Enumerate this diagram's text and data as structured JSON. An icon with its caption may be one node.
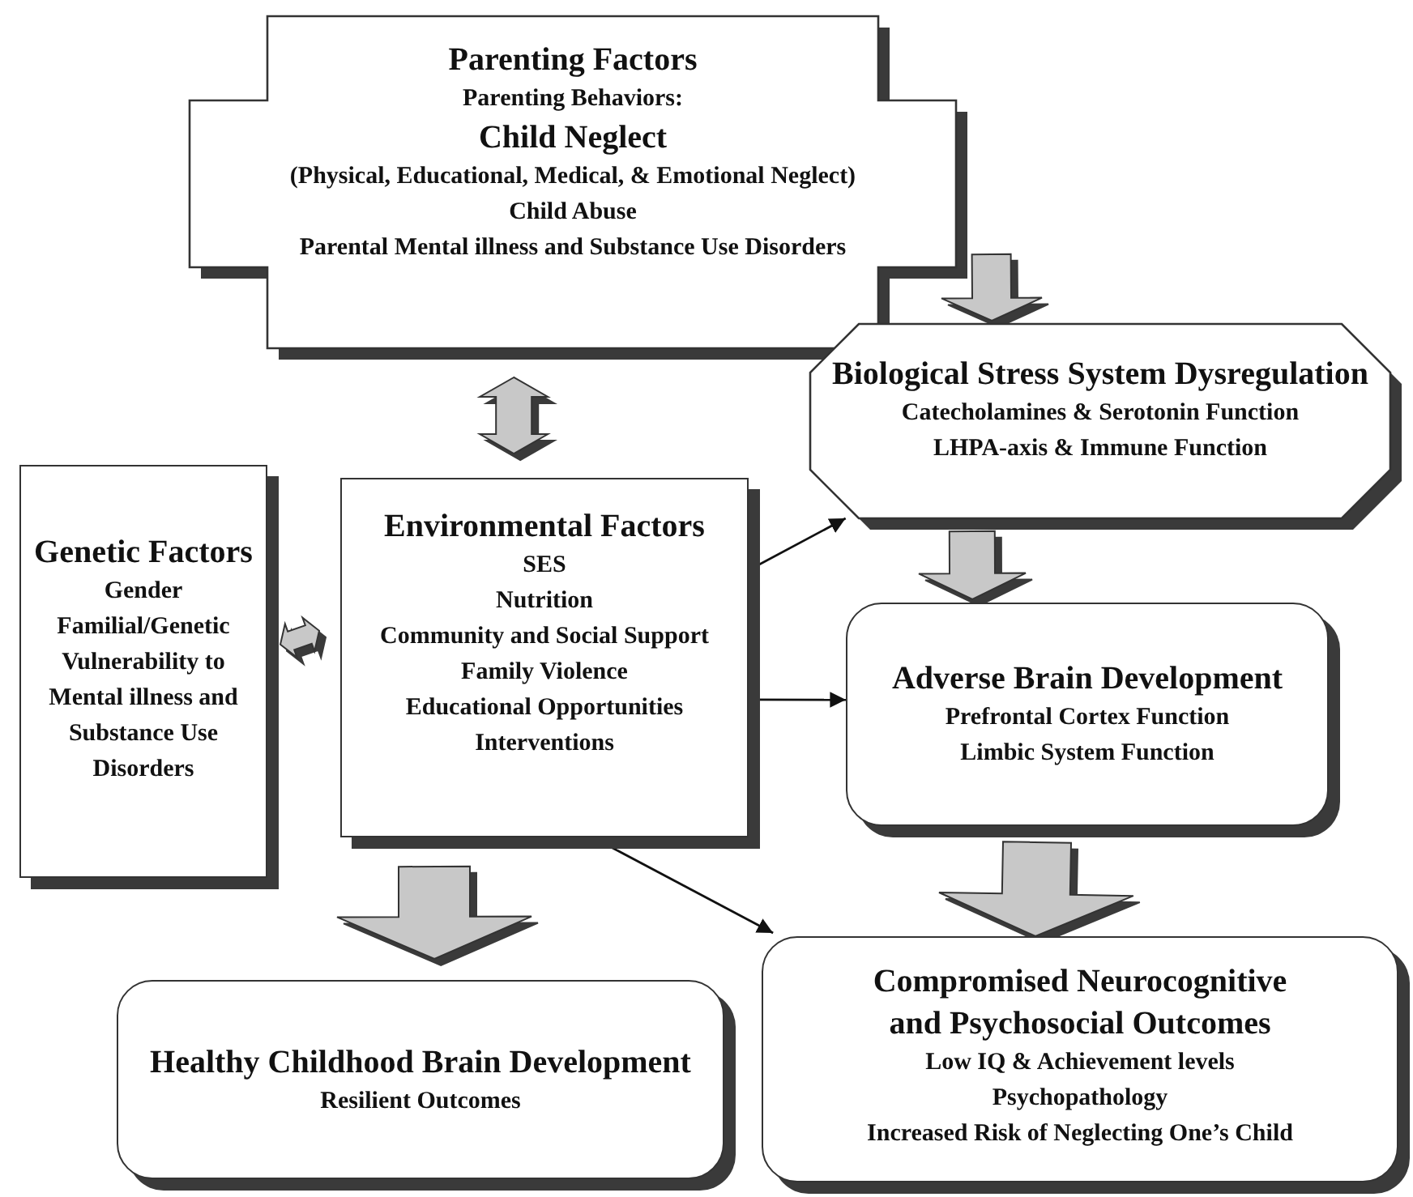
{
  "diagram": {
    "nodes": [
      {
        "text": [
          "Parenting Factors",
          "Parenting Behaviors:",
          "Child Neglect",
          "(Physical, Educational, Medical, & Emotional Neglect)",
          "Child Abuse",
          "Parental Mental illness and Substance Use Disorders"
        ]
      },
      {
        "text": [
          "Biological Stress System Dysregulation",
          "Catecholamines & Serotonin Function",
          "LHPA-axis & Immune Function"
        ]
      },
      {
        "text": [
          "Genetic Factors",
          "Gender",
          "Familial/Genetic Vulnerability to Mental illness and Substance Use Disorders"
        ]
      },
      {
        "text": [
          "Environmental Factors",
          "SES",
          "Nutrition",
          "Community and Social Support",
          "Family Violence",
          "Educational Opportunities",
          "Interventions"
        ]
      },
      {
        "text": [
          "Adverse Brain Development",
          "Prefrontal Cortex Function",
          "Limbic System Function"
        ]
      },
      {
        "text": [
          "Healthy Childhood Brain Development",
          "Resilient Outcomes"
        ]
      },
      {
        "text": [
          "Compromised Neurocognitive and Psychosocial Outcomes",
          "Low IQ & Achievement levels",
          "Psychopathology",
          "Increased Risk of Neglecting One’s Child"
        ]
      }
    ],
    "edges": [
      {
        "from": 0,
        "to": 3,
        "arrow": "both",
        "style": "thick"
      },
      {
        "from": 2,
        "to": 3,
        "arrow": "both",
        "style": "thick"
      },
      {
        "from": 0,
        "to": 1,
        "arrow": "to",
        "style": "thick"
      },
      {
        "from": 3,
        "to": 1,
        "arrow": "to"
      },
      {
        "from": 3,
        "to": 4,
        "arrow": "to"
      },
      {
        "from": 3,
        "to": 6,
        "arrow": "to"
      },
      {
        "from": 1,
        "to": 4,
        "arrow": "to",
        "style": "thick"
      },
      {
        "from": 4,
        "to": 6,
        "arrow": "to",
        "style": "thick"
      },
      {
        "from": 3,
        "to": 5,
        "arrow": "to",
        "style": "thick"
      }
    ]
  }
}
